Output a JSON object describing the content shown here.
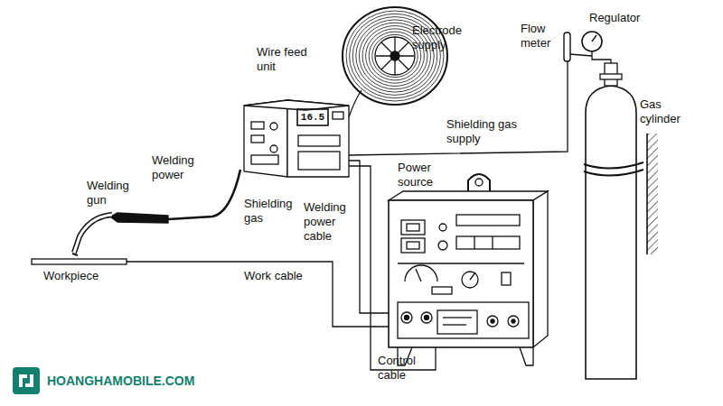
{
  "diagram": {
    "labels": [
      "Electrode supply",
      "Flow meter",
      "Regulator",
      "Wire feed unit",
      "16.5",
      "Gas cylinder",
      "Shielding gas supply",
      "Welding power",
      "Power source",
      "Welding gun",
      "Shielding gas",
      "Welding power cable",
      "Workpiece",
      "Work cable",
      "Control cable",
      "HOANGHAMOBILE.COM"
    ]
  }
}
